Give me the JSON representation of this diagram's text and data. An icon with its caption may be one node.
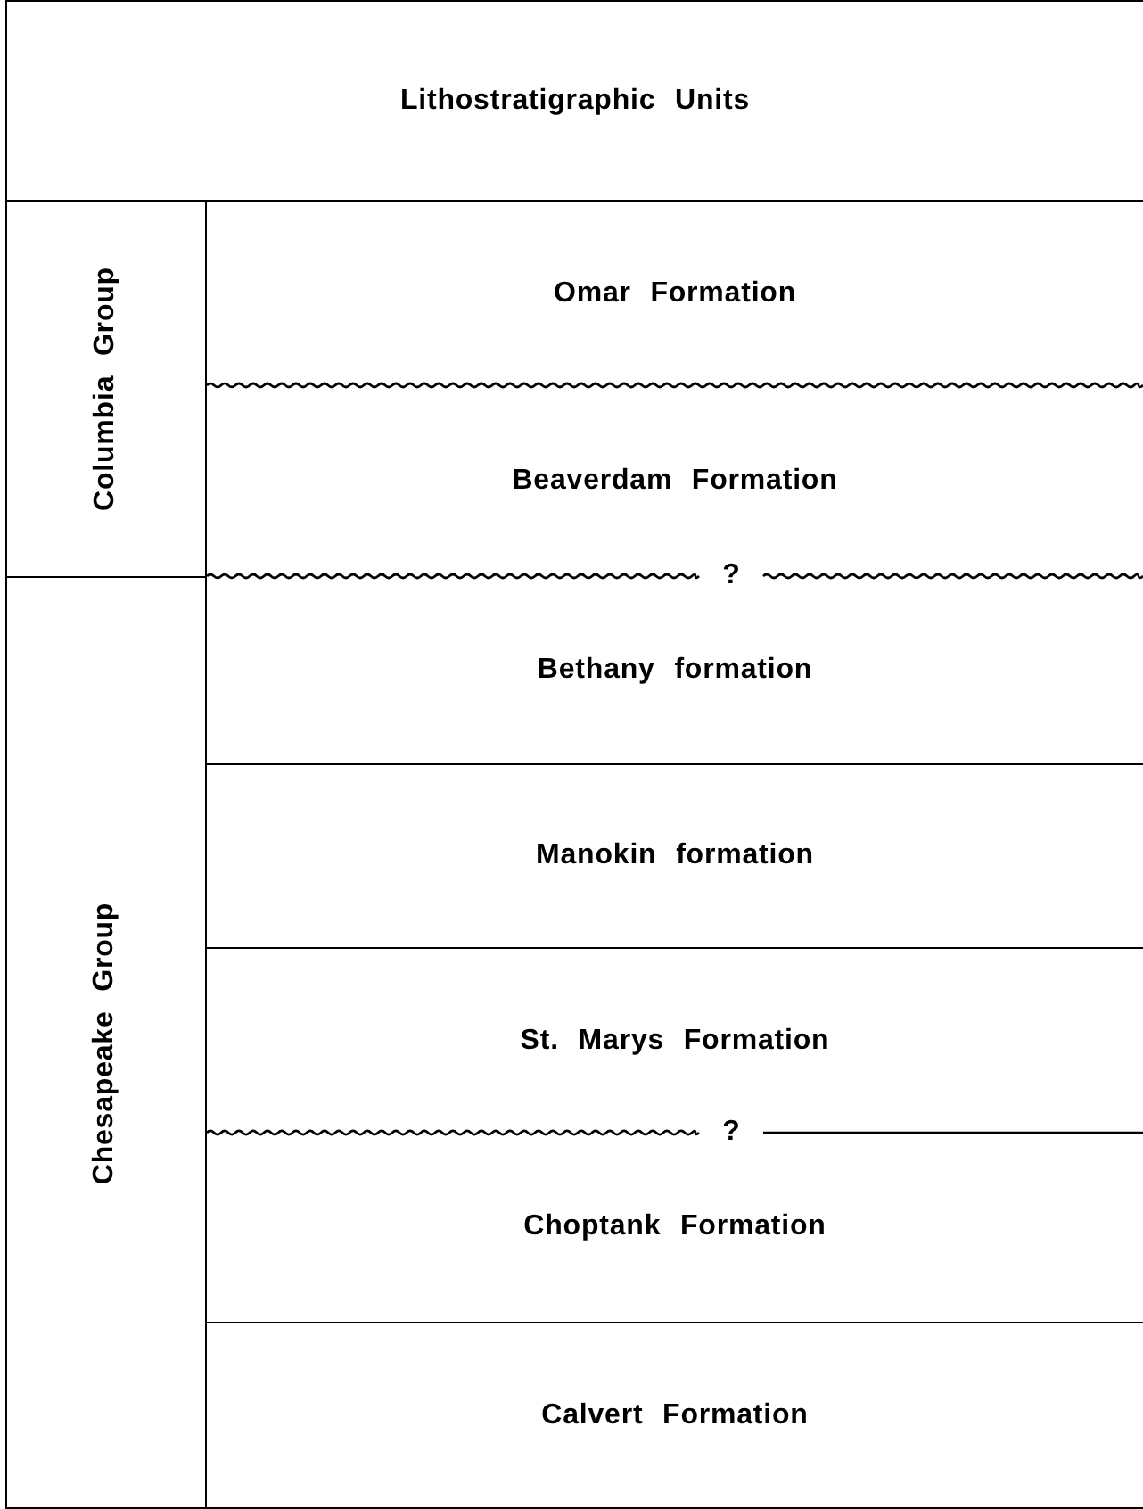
{
  "diagram": {
    "nodes": [
      {
        "text": [
          "Lithostratigraphic Units"
        ]
      },
      {
        "text": [
          "Columbia Group"
        ]
      },
      {
        "text": [
          "Chesapeake Group"
        ]
      },
      {
        "text": [
          "Omar Formation"
        ]
      },
      {
        "text": [
          "Beaverdam Formation"
        ]
      },
      {
        "text": [
          "Bethany formation"
        ]
      },
      {
        "text": [
          "Manokin formation"
        ]
      },
      {
        "text": [
          "St. Marys Formation"
        ]
      },
      {
        "text": [
          "Choptank Formation"
        ]
      },
      {
        "text": [
          "Calvert Formation"
        ]
      }
    ],
    "labels": [
      "?",
      "?"
    ]
  }
}
